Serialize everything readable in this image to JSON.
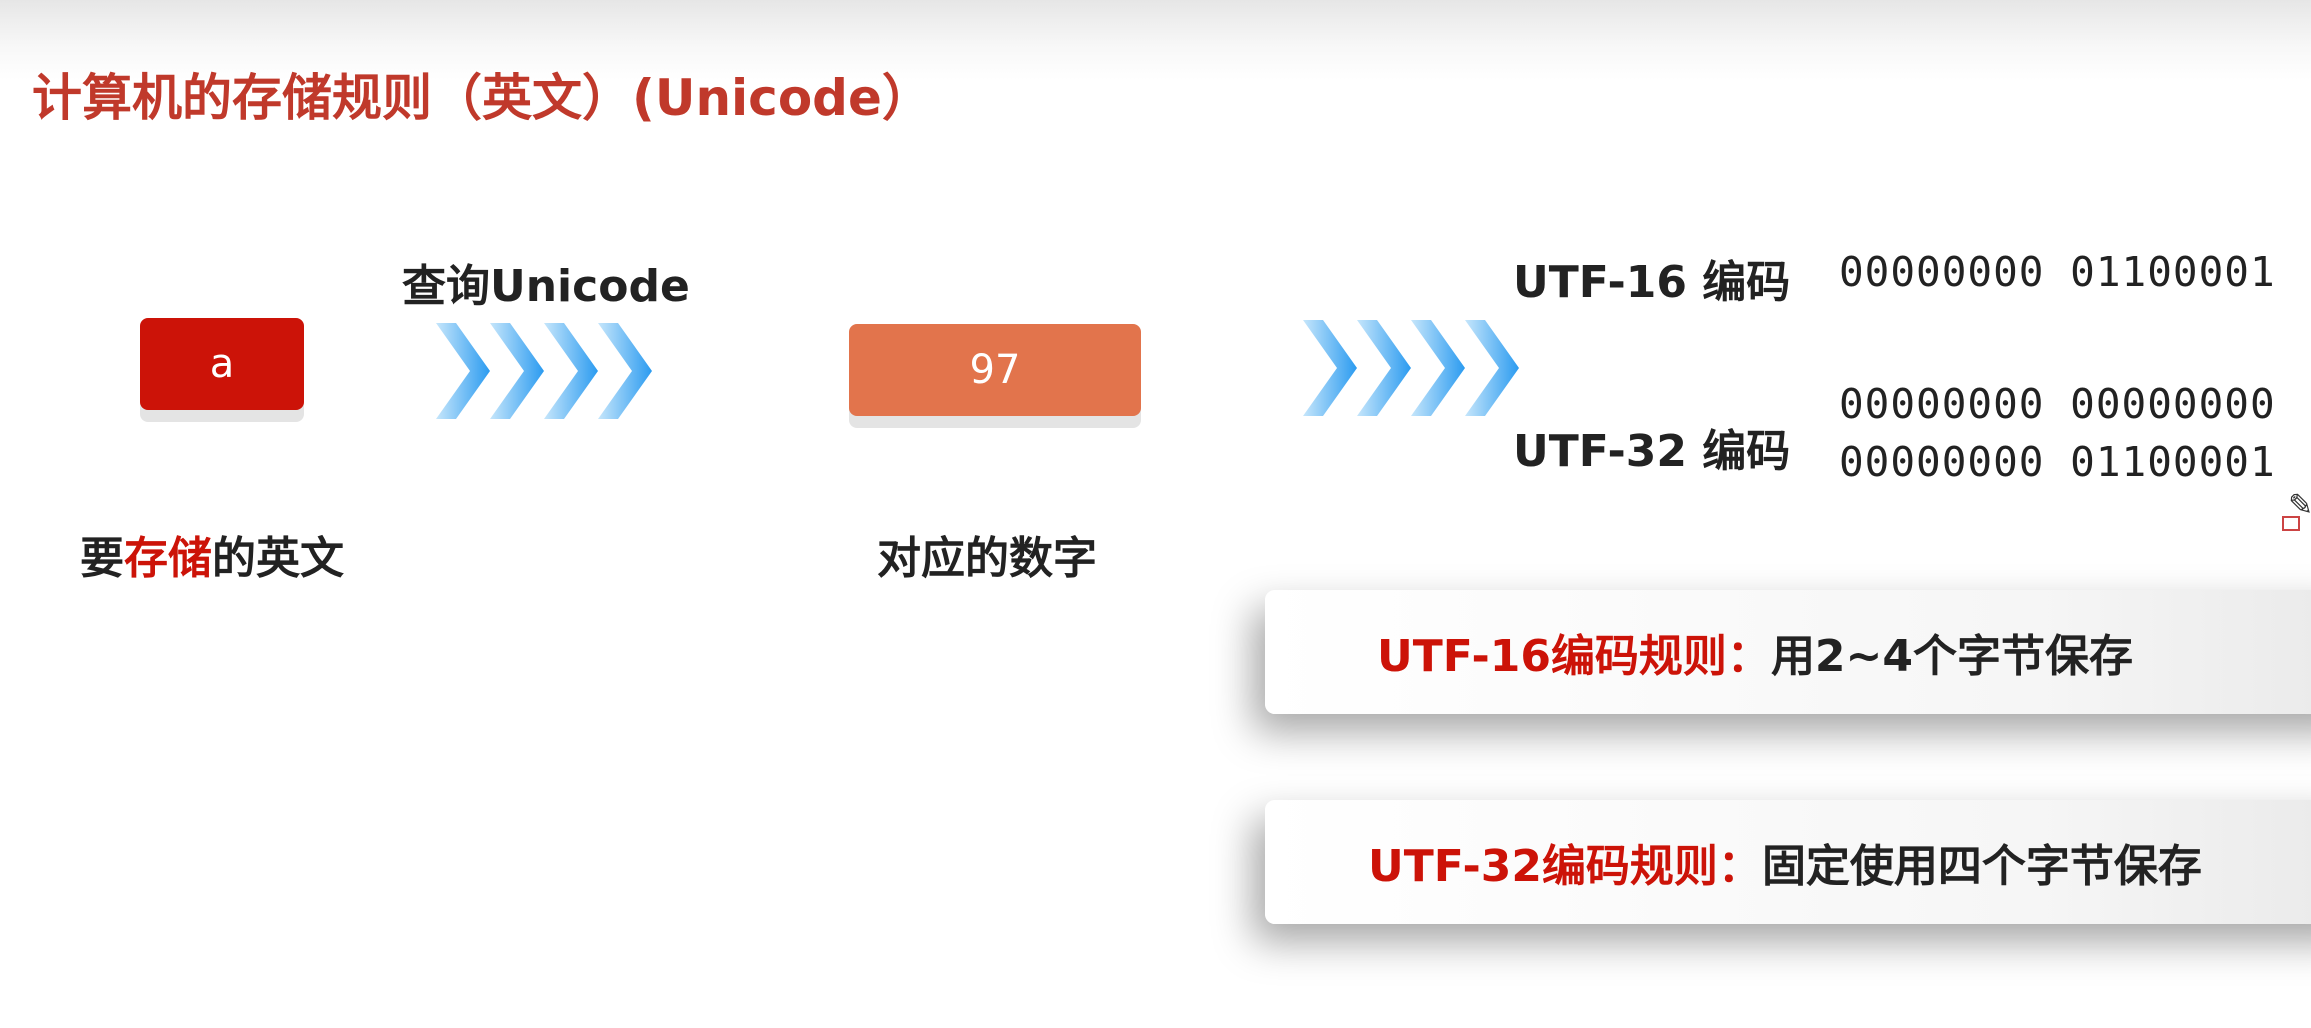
{
  "title": "计算机的存储规则（英文）(Unicode）",
  "step1": {
    "box_text": "a",
    "label_prefix": "要",
    "label_accent": "存储",
    "label_suffix": "的英文"
  },
  "arrow1_label": "查询Unicode",
  "step2": {
    "box_text": "97",
    "label": "对应的数字"
  },
  "encodings": {
    "utf16": {
      "label": "UTF-16 编码",
      "bits": "00000000 01100001"
    },
    "utf32": {
      "label": "UTF-32 编码",
      "bits_line1": "00000000 00000000",
      "bits_line2": "00000000 01100001"
    }
  },
  "rules": {
    "utf16": {
      "head": "UTF-16编码规则：",
      "body": "用2~4个字节保存"
    },
    "utf32": {
      "head": "UTF-32编码规则：",
      "body": "固定使用四个字节保存"
    }
  },
  "colors": {
    "title": "#c0392b",
    "accent_red": "#cc1308",
    "number_box": "#e2744c",
    "chevron_light": "#b9e0fa",
    "chevron_dark": "#2b9bf0"
  }
}
